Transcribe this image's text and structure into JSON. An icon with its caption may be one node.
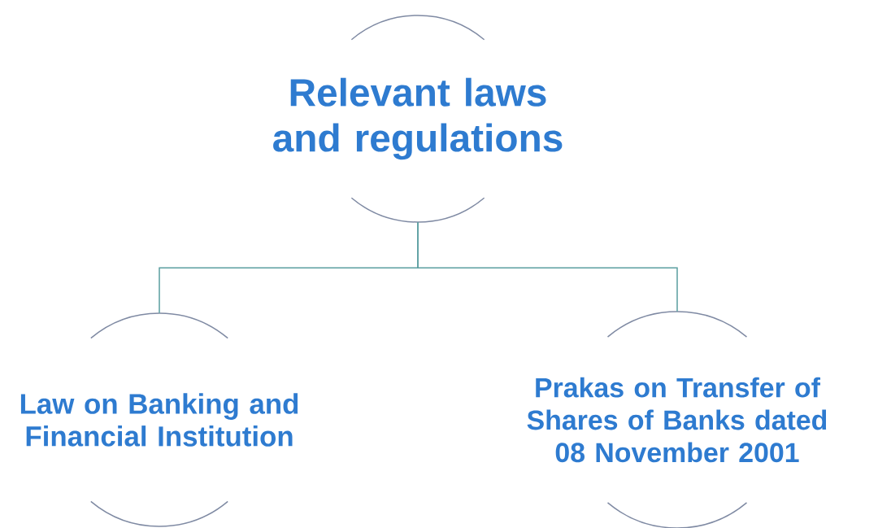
{
  "diagram": {
    "nodes": [
      {
        "text": [
          "Relevant laws and regulations"
        ]
      },
      {
        "text": [
          "Law on Banking and Financial Institution"
        ]
      },
      {
        "text": [
          "Prakas on Transfer of Shares of Banks dated 08 November 2001"
        ]
      }
    ],
    "edges": [
      {
        "from": 0,
        "to": 1,
        "arrow": "none"
      },
      {
        "from": 0,
        "to": 2,
        "arrow": "none"
      }
    ]
  }
}
